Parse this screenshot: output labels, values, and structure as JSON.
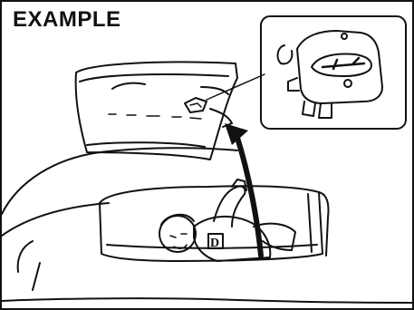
{
  "diagram": {
    "title": "EXAMPLE",
    "manikin_badge": "D",
    "icons": [
      "trunk-lid-illustration",
      "emergency-release-handle-detail",
      "occupant-figure",
      "upward-arrow"
    ],
    "colors": {
      "ink": "#111111",
      "background": "#ffffff"
    }
  }
}
